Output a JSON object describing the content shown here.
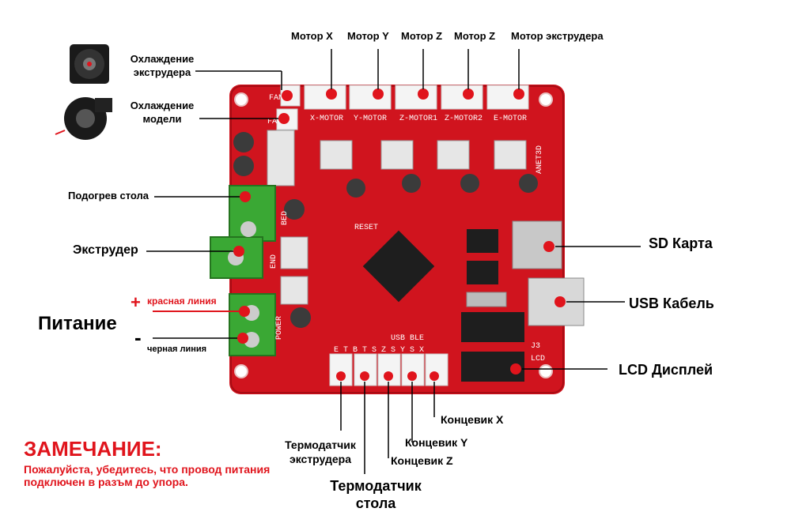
{
  "labels": {
    "motor_x": "Мотор X",
    "motor_y": "Мотор Y",
    "motor_z1": "Мотор Z",
    "motor_z2": "Мотор Z",
    "motor_e": "Мотор  экструдера",
    "fan_extruder": "Охлаждение\nэкструдера",
    "fan_model": "Охлаждение\nмодели",
    "bed_heater": "Подогрев стола",
    "extruder": "Экструдер",
    "power": "Питание",
    "red_line": "красная линия",
    "black_line": "черная линия",
    "sd_card": "SD Карта",
    "usb_cable": "USB Кабель",
    "lcd_display": "LCD Дисплей",
    "endstop_x": "Концевик X",
    "endstop_y": "Концевик Y",
    "endstop_z": "Концевик Z",
    "thermo_extruder": "Термодатчик\nэкструдера",
    "thermo_bed": "Термодатчик\nстола",
    "plus_sign": "+",
    "minus_sign": "-"
  },
  "note": {
    "title": "ЗАМЕЧАНИЕ:",
    "text": "Пожалуйста, убедитесь, что провод питания подключен в разъм до упора."
  },
  "silkscreen": {
    "fan1": "FAN1",
    "fan2": "FAN2",
    "x_motor": "X-MOTOR",
    "y_motor": "Y-MOTOR",
    "z_motor1": "Z-MOTOR1",
    "z_motor2": "Z-MOTOR2",
    "e_motor": "E-MOTOR",
    "anet": "ANET3D",
    "bed": "BED",
    "end": "END",
    "power": "POWER",
    "reset": "RESET",
    "usb_ble": "USB BLE",
    "j3": "J3",
    "lcd": "LCD",
    "endstop_row": "E  T  B  T  S  Z  S  Y  S  X"
  },
  "colors": {
    "board": "#d0141e",
    "marker": "#e0141c",
    "terminal": "#3aa834"
  }
}
